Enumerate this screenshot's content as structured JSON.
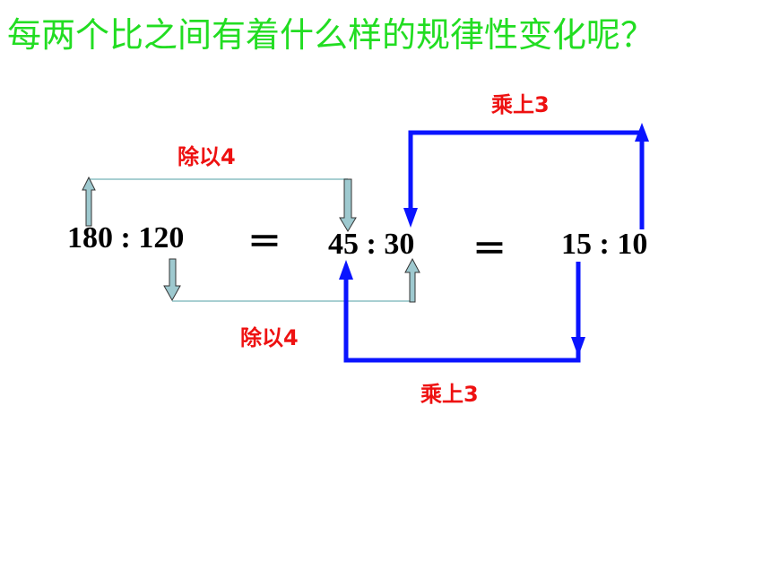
{
  "title": "每两个比之间有着什么样的规律性变化呢？",
  "ratios": {
    "first": "180 : 120",
    "second": "45 : 30",
    "third": "15 : 10"
  },
  "equals": "＝",
  "labels": {
    "divide_top": "除以4",
    "divide_bottom": "除以4",
    "multiply_top": "乘上3",
    "multiply_bottom": "乘上3"
  },
  "colors": {
    "title": "#22dd22",
    "label": "#ee1111",
    "blue_arrow": "#0a14ff",
    "grey_arrow_fill": "#9ec9cf",
    "grey_line": "#a8cfd2"
  }
}
